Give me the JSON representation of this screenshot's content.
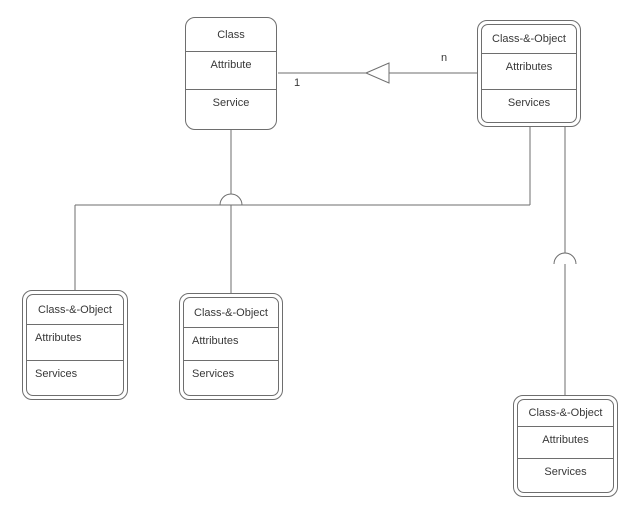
{
  "colors": {
    "line": "#6e6e6e",
    "text": "#383838",
    "node_fill": "#ffffff",
    "background": "#ffffff"
  },
  "symbols": {
    "triangle_arrowhead": "open-triangle-pointing-left",
    "gen_spec_arc": "semicircle-arc-up"
  },
  "nodes": {
    "class_parent": {
      "title": "Class",
      "attributes": "Attribute",
      "services": "Service"
    },
    "co_top_right": {
      "title": "Class-&-Object",
      "attributes": "Attributes",
      "services": "Services"
    },
    "co_bottom_left": {
      "title": "Class-&-Object",
      "attributes": "Attributes",
      "services": "Services"
    },
    "co_bottom_center": {
      "title": "Class-&-Object",
      "attributes": "Attributes",
      "services": "Services"
    },
    "co_bottom_right": {
      "title": "Class-&-Object",
      "attributes": "Attributes",
      "services": "Services"
    }
  },
  "connector_labels": {
    "near_class": "1",
    "near_class_object": "n"
  }
}
